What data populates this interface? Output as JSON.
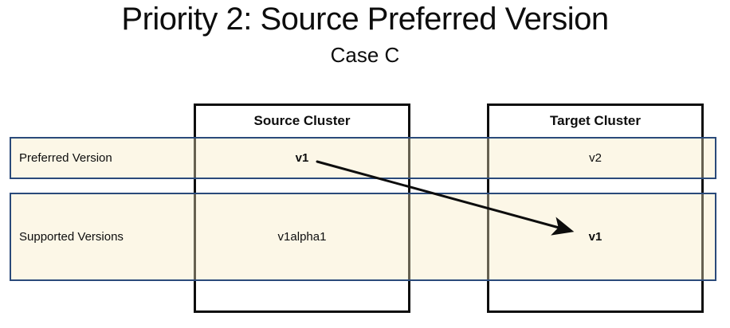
{
  "slide": {
    "title": "Priority 2: Source Preferred Version",
    "subtitle": "Case C"
  },
  "clusters": [
    {
      "label": "Source Cluster"
    },
    {
      "label": "Target Cluster"
    }
  ],
  "rows": [
    {
      "label": "Preferred Version",
      "cells": {
        "source": "v1",
        "target": "v2"
      }
    },
    {
      "label": "Supported Versions",
      "cells": {
        "source": "v1alpha1",
        "target": "v1"
      }
    }
  ],
  "arrow": {
    "from": "Source Cluster / Preferred Version / v1",
    "to": "Target Cluster / Supported Versions / v1"
  },
  "colors": {
    "band_fill": "#FCF7E6",
    "band_border": "#2A4A7A",
    "box_border": "#0D0D0D",
    "arrow": "#0D0D0D",
    "text": "#0D0D0D",
    "background": "#FFFFFF"
  }
}
